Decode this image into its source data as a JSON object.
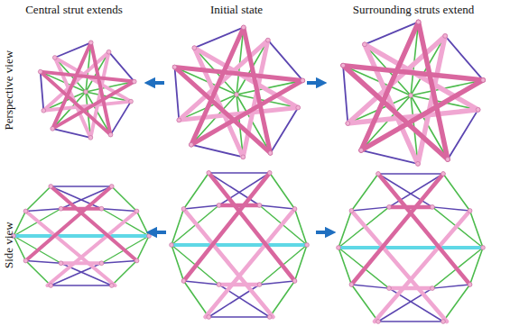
{
  "diagram": {
    "labels": [
      "Central strut extends",
      "Initial state",
      "Surrounding struts extend",
      "Perspective view",
      "Side view"
    ]
  }
}
